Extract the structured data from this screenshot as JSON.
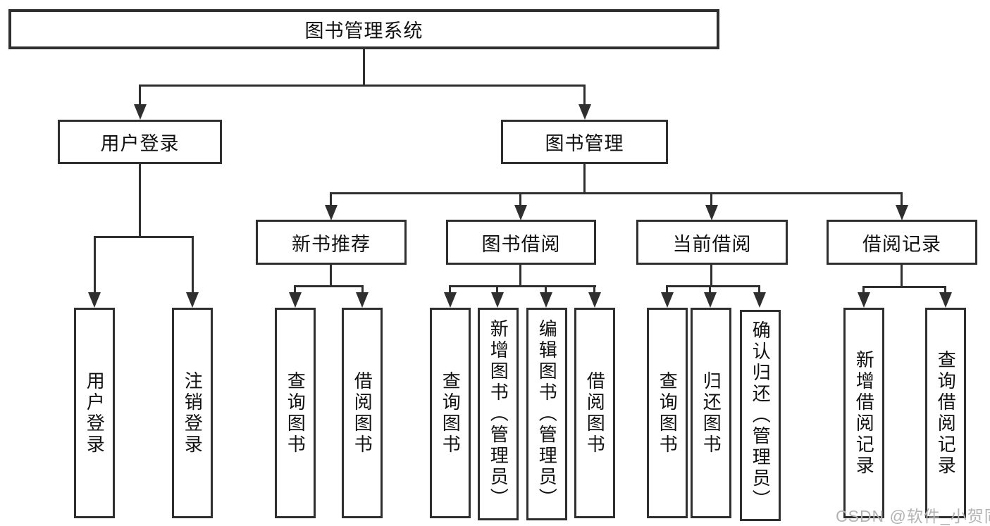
{
  "diagram": {
    "root": {
      "label": "图书管理系统"
    },
    "branches": [
      {
        "label": "用户登录",
        "children": [
          {
            "label": "用户登录"
          },
          {
            "label": "注销登录"
          }
        ]
      },
      {
        "label": "图书管理",
        "children": [
          {
            "label": "新书推荐",
            "children": [
              {
                "label": "查询图书"
              },
              {
                "label": "借阅图书"
              }
            ]
          },
          {
            "label": "图书借阅",
            "children": [
              {
                "label": "查询图书"
              },
              {
                "label": "新增图书（管理员）"
              },
              {
                "label": "编辑图书（管理员）"
              },
              {
                "label": "借阅图书"
              }
            ]
          },
          {
            "label": "当前借阅",
            "children": [
              {
                "label": "查询图书"
              },
              {
                "label": "归还图书"
              },
              {
                "label": "确认归还（管理员）"
              }
            ]
          },
          {
            "label": "借阅记录",
            "children": [
              {
                "label": "新增借阅记录"
              },
              {
                "label": "查询借阅记录"
              }
            ]
          }
        ]
      }
    ]
  },
  "watermark": {
    "text": "CSDN @软件_小贺同学"
  },
  "colors": {
    "line": "#2f2f2f",
    "text": "#111111",
    "watermark": "#b3b3b3",
    "background": "#ffffff"
  }
}
